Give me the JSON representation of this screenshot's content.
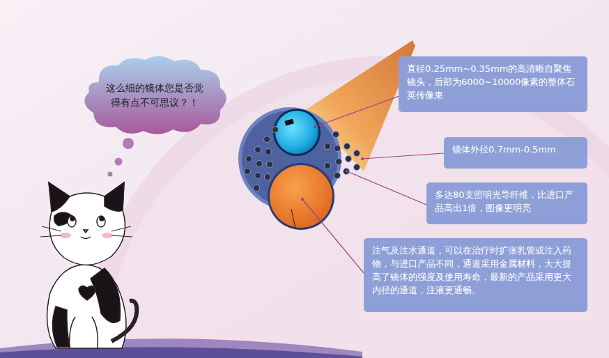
{
  "diagram": {
    "nodes": [
      {
        "text": [
          "这么细的镜体您是否觉得有点不可思议？！"
        ]
      },
      {
        "text": [
          "直径0.25mm~0.35mm的高清晰自聚焦镜头，后部为6000~10000像素的整体石英传像束"
        ]
      },
      {
        "text": [
          "镜体外径0.7mm-0.5mm"
        ]
      },
      {
        "text": [
          "多达80支照明光导纤维，比进口产品高出1倍，图像更明亮"
        ]
      },
      {
        "text": [
          "注气及注水通道，可以在治疗时扩张乳管或注入药物，与进口产品不同，通道采用金属材料，大大提高了镜体的强度及使用寿命，最新的产品采用更大内径的通道，注液更通畅。"
        ]
      }
    ]
  }
}
